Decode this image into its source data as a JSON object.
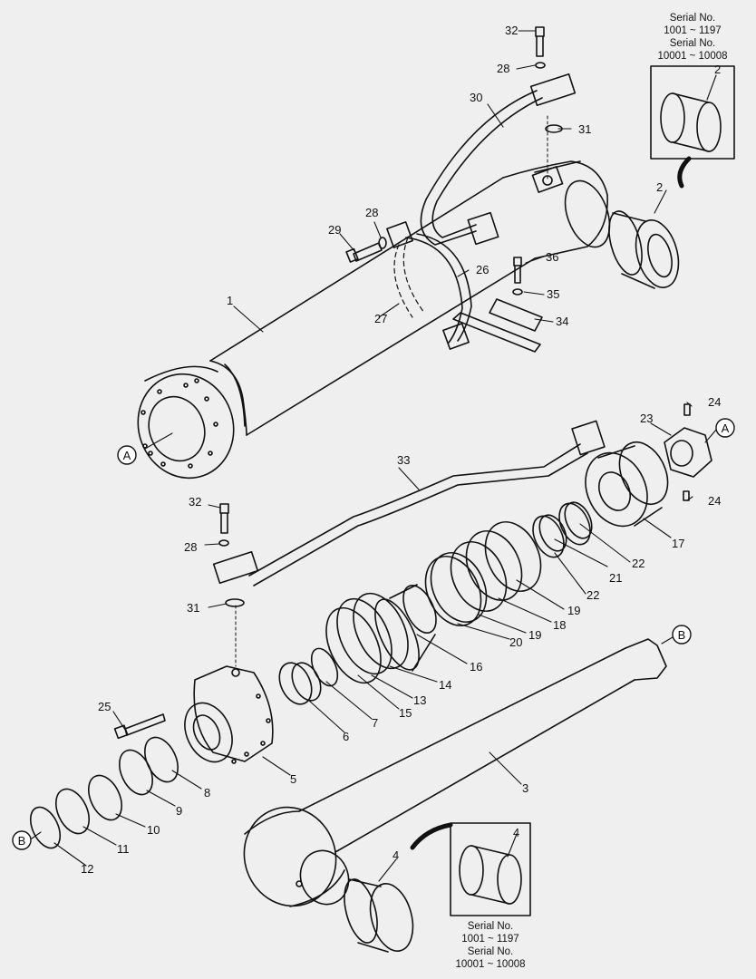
{
  "callouts": [
    {
      "id": "c32a",
      "text": "32"
    },
    {
      "id": "c28a",
      "text": "28"
    },
    {
      "id": "c30",
      "text": "30"
    },
    {
      "id": "c31a",
      "text": "31"
    },
    {
      "id": "c2a",
      "text": "2"
    },
    {
      "id": "c2b",
      "text": "2"
    },
    {
      "id": "c28b",
      "text": "28"
    },
    {
      "id": "c29",
      "text": "29"
    },
    {
      "id": "c36",
      "text": "36"
    },
    {
      "id": "c26",
      "text": "26"
    },
    {
      "id": "c35",
      "text": "35"
    },
    {
      "id": "c1",
      "text": "1"
    },
    {
      "id": "c27",
      "text": "27"
    },
    {
      "id": "c34",
      "text": "34"
    },
    {
      "id": "c24a",
      "text": "24"
    },
    {
      "id": "c23",
      "text": "23"
    },
    {
      "id": "c33",
      "text": "33"
    },
    {
      "id": "c24b",
      "text": "24"
    },
    {
      "id": "c32b",
      "text": "32"
    },
    {
      "id": "c17",
      "text": "17"
    },
    {
      "id": "c28c",
      "text": "28"
    },
    {
      "id": "c22a",
      "text": "22"
    },
    {
      "id": "c21",
      "text": "21"
    },
    {
      "id": "c22b",
      "text": "22"
    },
    {
      "id": "c31b",
      "text": "31"
    },
    {
      "id": "c19a",
      "text": "19"
    },
    {
      "id": "c18",
      "text": "18"
    },
    {
      "id": "c19b",
      "text": "19"
    },
    {
      "id": "c20",
      "text": "20"
    },
    {
      "id": "c16",
      "text": "16"
    },
    {
      "id": "c14",
      "text": "14"
    },
    {
      "id": "c13",
      "text": "13"
    },
    {
      "id": "c15",
      "text": "15"
    },
    {
      "id": "c25",
      "text": "25"
    },
    {
      "id": "c7",
      "text": "7"
    },
    {
      "id": "c6",
      "text": "6"
    },
    {
      "id": "c8",
      "text": "8"
    },
    {
      "id": "c5",
      "text": "5"
    },
    {
      "id": "c9",
      "text": "9"
    },
    {
      "id": "c3",
      "text": "3"
    },
    {
      "id": "c10",
      "text": "10"
    },
    {
      "id": "c11",
      "text": "11"
    },
    {
      "id": "c12",
      "text": "12"
    },
    {
      "id": "c4a",
      "text": "4"
    },
    {
      "id": "c4b",
      "text": "4"
    }
  ],
  "reference_markers": [
    {
      "id": "refA1",
      "letter": "A"
    },
    {
      "id": "refA2",
      "letter": "A"
    },
    {
      "id": "refB1",
      "letter": "B"
    },
    {
      "id": "refB2",
      "letter": "B"
    }
  ],
  "serial_notes": {
    "top": [
      "Serial No.",
      "1001 ~ 1197",
      "Serial No.",
      "10001 ~ 10008"
    ],
    "bottom": [
      "Serial No.",
      "1001 ~ 1197",
      "Serial No.",
      "10001 ~ 10008"
    ]
  }
}
